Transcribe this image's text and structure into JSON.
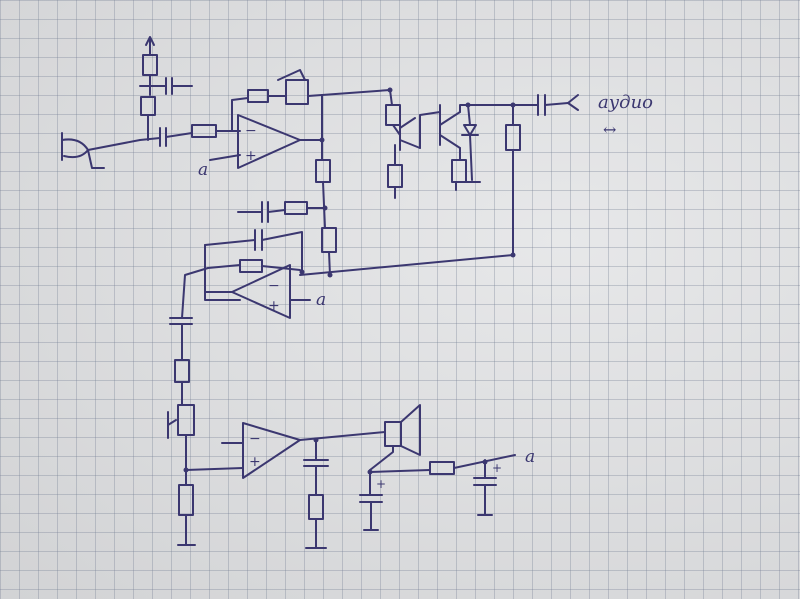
{
  "labels": {
    "audio": "аудио",
    "node_a1": "a",
    "node_a2": "a",
    "node_a3": "a",
    "plus1": "+",
    "plus2": "+",
    "plus3": "+",
    "minus1": "−",
    "minus2": "−",
    "minus3": "−",
    "arrow": "↔"
  },
  "colors": {
    "ink": "#3b3770",
    "paper": "#dfe0e2",
    "grid": "#8a92a6"
  }
}
